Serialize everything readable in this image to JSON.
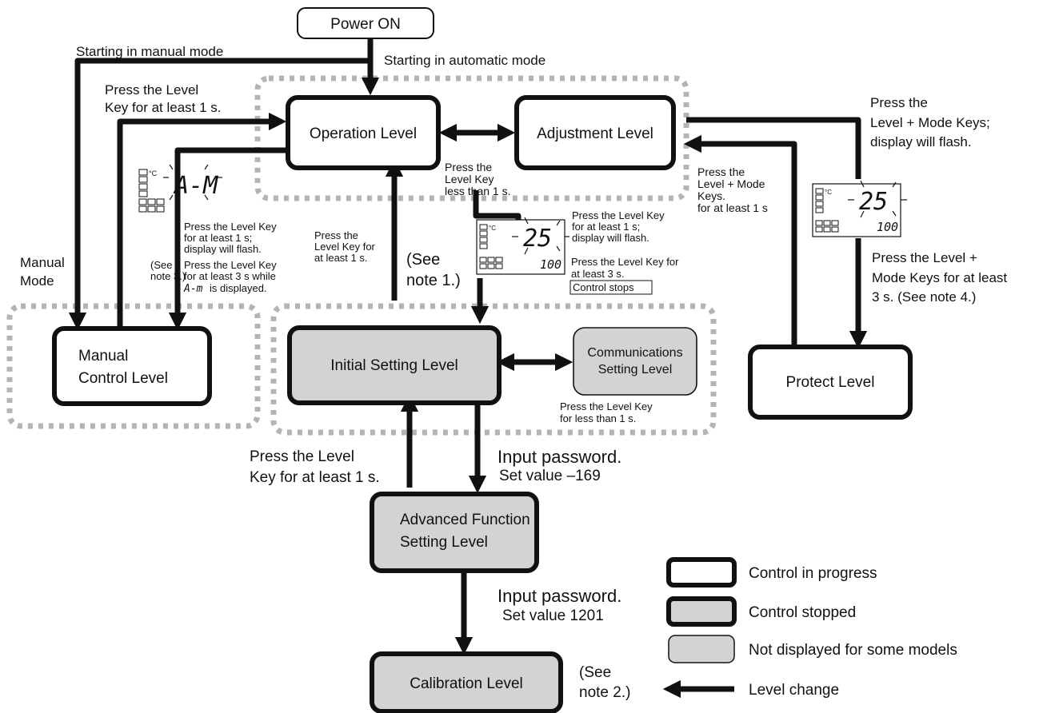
{
  "colors": {
    "accent": "#111111",
    "stopped_fill": "#d3d3d3",
    "dash_gray": "#b4b4b4"
  },
  "boxes": {
    "power_on": "Power ON",
    "operation": "Operation Level",
    "adjustment": "Adjustment Level",
    "manual_control_line1": "Manual",
    "manual_control_line2": "Control Level",
    "initial_setting": "Initial Setting Level",
    "communications_line1": "Communications",
    "communications_line2": "Setting Level",
    "protect": "Protect Level",
    "advanced_line1": "Advanced Function",
    "advanced_line2": "Setting Level",
    "calibration": "Calibration Level"
  },
  "labels": {
    "start_manual": "Starting in manual mode",
    "start_auto": "Starting in automatic mode",
    "press_level_1s_a": "Press the Level",
    "press_level_1s_b": "Key for at least 1 s.",
    "adj_a": "Press the",
    "adj_b": "Level Key",
    "adj_c": "less than 1 s.",
    "prot_a": "Press the",
    "prot_b": "Level + Mode",
    "prot_c": "Keys.",
    "prot_d": "for at least 1 s",
    "flash_a": "Press the",
    "flash_b": "Level + Mode Keys;",
    "flash_c": "display will flash.",
    "prot3s_a": "Press the Level +",
    "prot3s_b": "Mode Keys for at least",
    "prot3s_c": "3 s. (See note 4.)",
    "am_a": "Press the Level Key",
    "am_b": "for at least 1 s;",
    "am_c": "display will flash.",
    "am3_a": "Press the Level Key",
    "am3_b": "for at least 3 s while",
    "am3_c": "is displayed.",
    "am3_glyph": "A-m",
    "note3_a": "(See",
    "note3_b": "note 3.)",
    "manual_mode_a": "Manual",
    "manual_mode_b": "Mode",
    "init_back_a": "Press the",
    "init_back_b": "Level Key for",
    "init_back_c": "at least 1 s.",
    "note1_a": "(See",
    "note1_b": "note 1.)",
    "cs_a": "Press the Level Key",
    "cs_b": "for at least 1 s;",
    "cs_c": "display will flash.",
    "cs3_a": "Press the Level Key for",
    "cs3_b": "at least 3 s.",
    "control_stops": "Control stops",
    "comm_a": "Press the Level Key",
    "comm_b": "for less than 1 s.",
    "adv_back_a": "Press the Level",
    "adv_back_b": "Key for at least 1 s.",
    "pw1_a": "Input password.",
    "pw1_b": "Set value –169",
    "pw2_a": "Input password.",
    "pw2_b": "Set value 1201",
    "note2_a": "(See",
    "note2_b": "note 2.)"
  },
  "displays": {
    "am_text": "A-M",
    "num_top": "25",
    "num_bottom": "100",
    "unit": "°C"
  },
  "legend": {
    "control_in_progress": "Control in progress",
    "control_stopped": "Control stopped",
    "not_displayed": "Not displayed for some models",
    "level_change": "Level change"
  }
}
